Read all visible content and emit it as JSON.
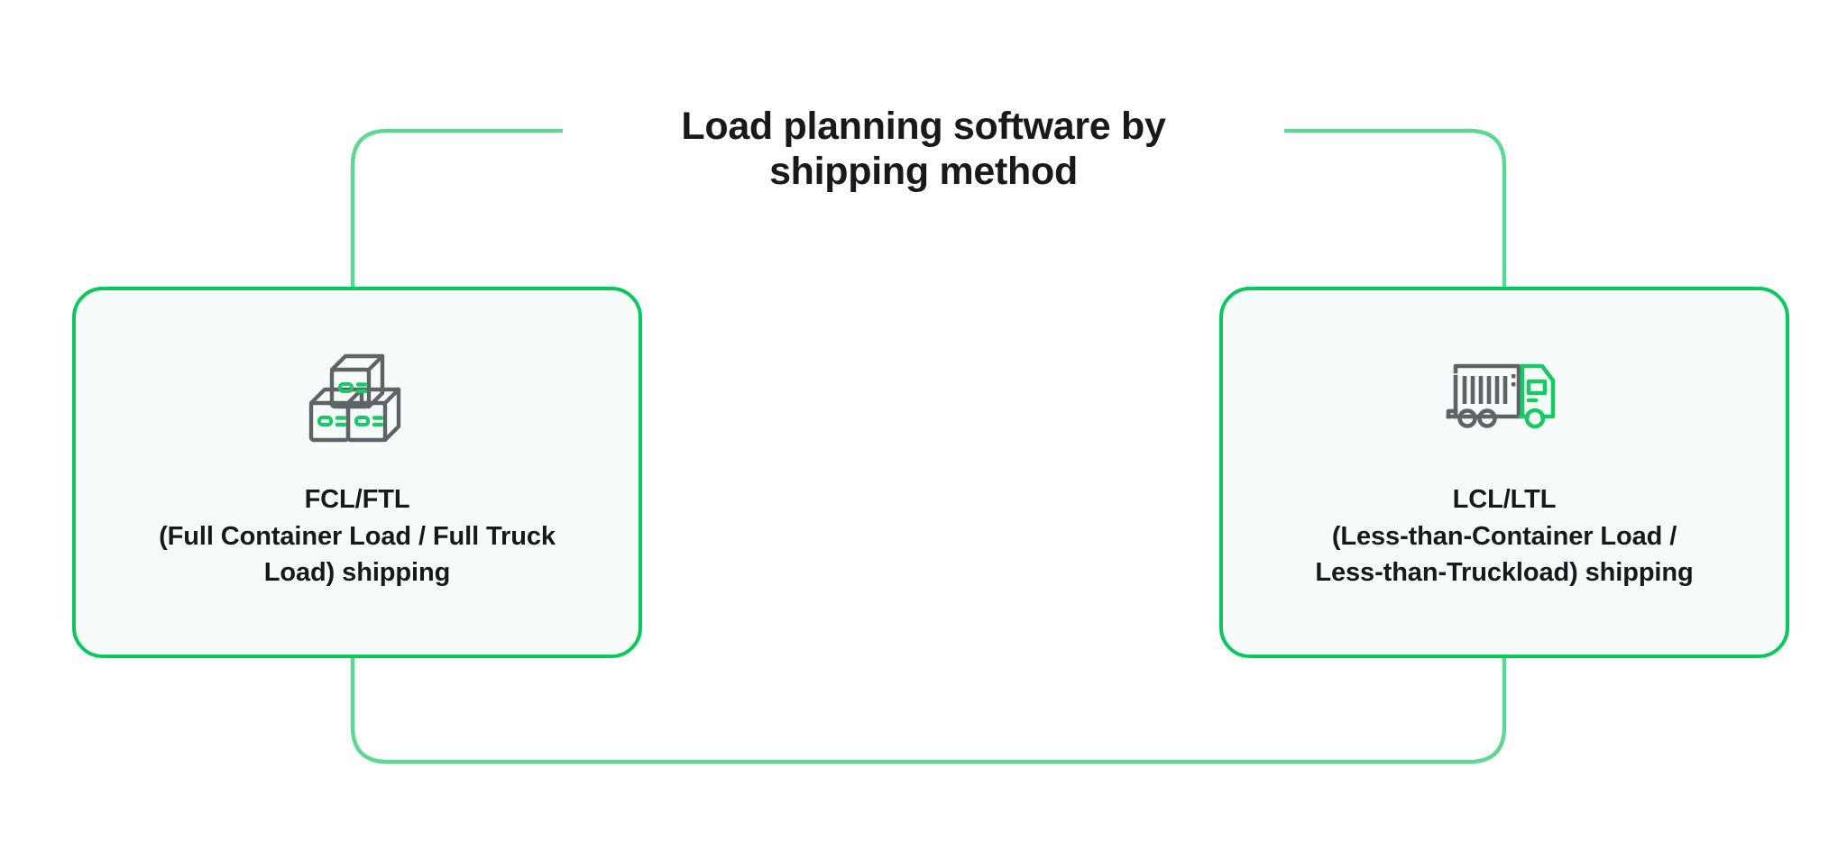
{
  "title": {
    "text": "Load planning software by\nshipping method",
    "line1": "Load planning software by",
    "line2": "shipping method"
  },
  "colors": {
    "background": "#FFFFFF",
    "card_border": "#06C95E",
    "card_fill": "#F7FCFA",
    "connector": "#5FD792",
    "connector_strong": "#06C95E",
    "text": "#17191C",
    "icon_gray": "#5C6468",
    "icon_green": "#18C964"
  },
  "nodes": [
    {
      "id": "fcl-ftl",
      "icon": "stacked-boxes-icon",
      "label": "FCL/FTL\n(Full Container Load / Full Truck\nLoad) shipping",
      "label_line1": "FCL/FTL",
      "label_line2": "(Full Container Load / Full Truck",
      "label_line3": "Load) shipping"
    },
    {
      "id": "lcl-ltl",
      "icon": "box-truck-icon",
      "label": "LCL/LTL\n(Less-than-Container Load /\nLess-than-Truckload) shipping",
      "label_line1": "LCL/LTL",
      "label_line2": "(Less-than-Container Load /",
      "label_line3": "Less-than-Truckload) shipping"
    }
  ]
}
